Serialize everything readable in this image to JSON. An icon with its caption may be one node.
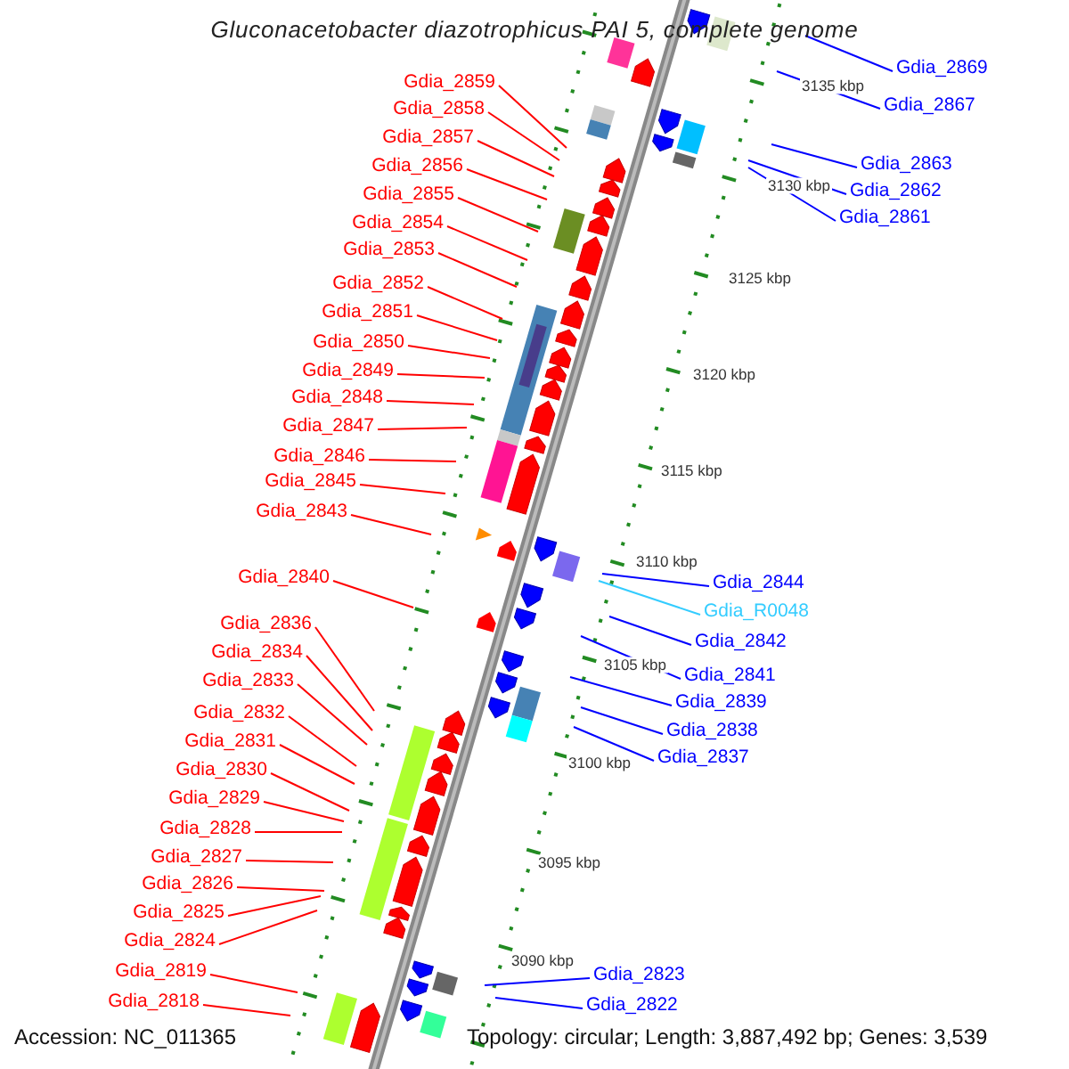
{
  "diagram": {
    "title": "Gluconacetobacter diazotrophicus PAI 5, complete genome",
    "nodes": [
      {
        "text": [
          "Gdia_2859"
        ]
      },
      {
        "text": [
          "Gdia_2858"
        ]
      },
      {
        "text": [
          "Gdia_2857"
        ]
      },
      {
        "text": [
          "Gdia_2856"
        ]
      },
      {
        "text": [
          "Gdia_2855"
        ]
      },
      {
        "text": [
          "Gdia_2854"
        ]
      },
      {
        "text": [
          "Gdia_2853"
        ]
      },
      {
        "text": [
          "Gdia_2852"
        ]
      },
      {
        "text": [
          "Gdia_2851"
        ]
      },
      {
        "text": [
          "Gdia_2850"
        ]
      },
      {
        "text": [
          "Gdia_2849"
        ]
      },
      {
        "text": [
          "Gdia_2848"
        ]
      },
      {
        "text": [
          "Gdia_2847"
        ]
      },
      {
        "text": [
          "Gdia_2846"
        ]
      },
      {
        "text": [
          "Gdia_2845"
        ]
      },
      {
        "text": [
          "Gdia_2843"
        ]
      },
      {
        "text": [
          "Gdia_2840"
        ]
      },
      {
        "text": [
          "Gdia_2836"
        ]
      },
      {
        "text": [
          "Gdia_2834"
        ]
      },
      {
        "text": [
          "Gdia_2833"
        ]
      },
      {
        "text": [
          "Gdia_2832"
        ]
      },
      {
        "text": [
          "Gdia_2831"
        ]
      },
      {
        "text": [
          "Gdia_2830"
        ]
      },
      {
        "text": [
          "Gdia_2829"
        ]
      },
      {
        "text": [
          "Gdia_2828"
        ]
      },
      {
        "text": [
          "Gdia_2827"
        ]
      },
      {
        "text": [
          "Gdia_2826"
        ]
      },
      {
        "text": [
          "Gdia_2825"
        ]
      },
      {
        "text": [
          "Gdia_2824"
        ]
      },
      {
        "text": [
          "Gdia_2819"
        ]
      },
      {
        "text": [
          "Gdia_2818"
        ]
      },
      {
        "text": [
          "Gdia_2869"
        ]
      },
      {
        "text": [
          "Gdia_2867"
        ]
      },
      {
        "text": [
          "Gdia_2863"
        ]
      },
      {
        "text": [
          "Gdia_2862"
        ]
      },
      {
        "text": [
          "Gdia_2861"
        ]
      },
      {
        "text": [
          "Gdia_2844"
        ]
      },
      {
        "text": [
          "Gdia_R0048"
        ]
      },
      {
        "text": [
          "Gdia_2842"
        ]
      },
      {
        "text": [
          "Gdia_2841"
        ]
      },
      {
        "text": [
          "Gdia_2839"
        ]
      },
      {
        "text": [
          "Gdia_2838"
        ]
      },
      {
        "text": [
          "Gdia_2837"
        ]
      },
      {
        "text": [
          "Gdia_2823"
        ]
      },
      {
        "text": [
          "Gdia_2822"
        ]
      }
    ],
    "edges": [
      {
        "from": 0,
        "to": null,
        "arrow": "none"
      },
      {
        "from": 1,
        "to": null,
        "arrow": "none"
      },
      {
        "from": 2,
        "to": null,
        "arrow": "none"
      },
      {
        "from": 3,
        "to": null,
        "arrow": "none"
      },
      {
        "from": 4,
        "to": null,
        "arrow": "none"
      },
      {
        "from": 5,
        "to": null,
        "arrow": "none"
      },
      {
        "from": 6,
        "to": null,
        "arrow": "none"
      },
      {
        "from": 7,
        "to": null,
        "arrow": "none"
      },
      {
        "from": 8,
        "to": null,
        "arrow": "none"
      },
      {
        "from": 9,
        "to": null,
        "arrow": "none"
      },
      {
        "from": 10,
        "to": null,
        "arrow": "none"
      },
      {
        "from": 11,
        "to": null,
        "arrow": "none"
      },
      {
        "from": 12,
        "to": null,
        "arrow": "none"
      },
      {
        "from": 13,
        "to": null,
        "arrow": "none"
      },
      {
        "from": 14,
        "to": null,
        "arrow": "none"
      },
      {
        "from": 15,
        "to": null,
        "arrow": "none"
      },
      {
        "from": 16,
        "to": null,
        "arrow": "none"
      },
      {
        "from": 17,
        "to": null,
        "arrow": "none"
      },
      {
        "from": 18,
        "to": null,
        "arrow": "none"
      },
      {
        "from": 19,
        "to": null,
        "arrow": "none"
      },
      {
        "from": 20,
        "to": null,
        "arrow": "none"
      },
      {
        "from": 21,
        "to": null,
        "arrow": "none"
      },
      {
        "from": 22,
        "to": null,
        "arrow": "none"
      },
      {
        "from": 23,
        "to": null,
        "arrow": "none"
      },
      {
        "from": 24,
        "to": null,
        "arrow": "none"
      },
      {
        "from": 25,
        "to": null,
        "arrow": "none"
      },
      {
        "from": 26,
        "to": null,
        "arrow": "none"
      },
      {
        "from": 27,
        "to": null,
        "arrow": "none"
      },
      {
        "from": 28,
        "to": null,
        "arrow": "none"
      },
      {
        "from": 29,
        "to": null,
        "arrow": "none"
      },
      {
        "from": 30,
        "to": null,
        "arrow": "none"
      },
      {
        "from": 31,
        "to": null,
        "arrow": "none",
        "color": "#0000ff"
      },
      {
        "from": 32,
        "to": null,
        "arrow": "none",
        "color": "#0000ff"
      },
      {
        "from": 33,
        "to": null,
        "arrow": "none",
        "color": "#0000ff"
      },
      {
        "from": 34,
        "to": null,
        "arrow": "none",
        "color": "#0000ff"
      },
      {
        "from": 35,
        "to": null,
        "arrow": "none",
        "color": "#0000ff"
      },
      {
        "from": 36,
        "to": null,
        "arrow": "none",
        "color": "#0000ff"
      },
      {
        "from": 37,
        "to": null,
        "arrow": "none",
        "color": "#33ccff"
      },
      {
        "from": 38,
        "to": null,
        "arrow": "none",
        "color": "#0000ff"
      },
      {
        "from": 39,
        "to": null,
        "arrow": "none",
        "color": "#0000ff"
      },
      {
        "from": 40,
        "to": null,
        "arrow": "none",
        "color": "#0000ff"
      },
      {
        "from": 41,
        "to": null,
        "arrow": "none",
        "color": "#0000ff"
      },
      {
        "from": 42,
        "to": null,
        "arrow": "none",
        "color": "#0000ff"
      },
      {
        "from": 43,
        "to": null,
        "arrow": "none",
        "color": "#0000ff"
      },
      {
        "from": 44,
        "to": null,
        "arrow": "none",
        "color": "#0000ff"
      }
    ],
    "labels": [
      "3135 kbp",
      "3130 kbp",
      "3125 kbp",
      "3120 kbp",
      "3115 kbp",
      "3110 kbp",
      "3105 kbp",
      "3100 kbp",
      "3095 kbp",
      "3090 kbp",
      "Accession: NC_011365",
      "Topology: circular; Length: 3,887,492 bp; Genes: 3,539"
    ]
  }
}
